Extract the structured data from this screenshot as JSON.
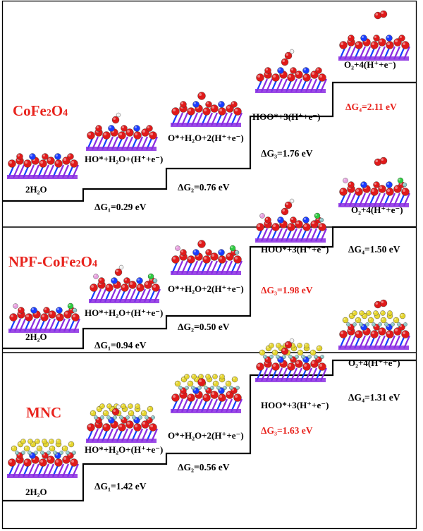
{
  "colors": {
    "highlight": "#e8231d",
    "oxygen": "#e01a1a",
    "metal_purple": "#8a2be2",
    "metal_blue": "#1a3cff",
    "sulfur": "#e6d630",
    "carbon": "#8cc8c8",
    "fluorine": "#2ecc40",
    "phosphorus": "#e8a0e0"
  },
  "panels": [
    {
      "name": "CoFe2O4",
      "name_main": "CoFe",
      "name_sub1": "2",
      "name_mid": "O",
      "name_sub2": "4",
      "style": "plain",
      "steps": [
        {
          "label": "2H₂O"
        },
        {
          "label": "HO*+H₂O+(H⁺+e⁻)",
          "dg": "ΔG₁=0.29 eV",
          "highlight": false
        },
        {
          "label": "O*+H₂O+2(H⁺+e⁻)",
          "dg": "ΔG₂=0.76 eV",
          "highlight": false
        },
        {
          "label": "HOO*+3(H⁺+e⁻)",
          "dg": "ΔG₃=1.76 eV",
          "highlight": false
        },
        {
          "label": "O₂+4(H⁺+e⁻)",
          "dg": "ΔG₄=2.11 eV",
          "highlight": true
        }
      ]
    },
    {
      "name": "NPF-CoFe2O4",
      "name_main": "NPF-CoFe",
      "name_sub1": "2",
      "name_mid": "O",
      "name_sub2": "4",
      "style": "npf",
      "steps": [
        {
          "label": "2H₂O"
        },
        {
          "label": "HO*+H₂O+(H⁺+e⁻)",
          "dg": "ΔG₁=0.94 eV",
          "highlight": false
        },
        {
          "label": "O*+H₂O+2(H⁺+e⁻)",
          "dg": "ΔG₂=0.50 eV",
          "highlight": false
        },
        {
          "label": "HOO*+3(H⁺+e⁻)",
          "dg": "ΔG₃=1.98 eV",
          "highlight": true
        },
        {
          "label": "O₂+4(H⁺+e⁻)",
          "dg": "ΔG₄=1.50 eV",
          "highlight": false
        }
      ]
    },
    {
      "name": "MNC",
      "name_main": "MNC",
      "name_sub1": "",
      "name_mid": "",
      "name_sub2": "",
      "style": "mnc",
      "steps": [
        {
          "label": "2H₂O"
        },
        {
          "label": "HO*+H₂O+(H⁺+e⁻)",
          "dg": "ΔG₁=1.42 eV",
          "highlight": false
        },
        {
          "label": "O*+H₂O+2(H⁺+e⁻)",
          "dg": "ΔG₂=0.56 eV",
          "highlight": false
        },
        {
          "label": "HOO*+3(H⁺+e⁻)",
          "dg": "ΔG₃=1.63 eV",
          "highlight": true
        },
        {
          "label": "O₂+4(H⁺+e⁻)",
          "dg": "ΔG₄=1.31 eV",
          "highlight": false
        }
      ]
    }
  ]
}
